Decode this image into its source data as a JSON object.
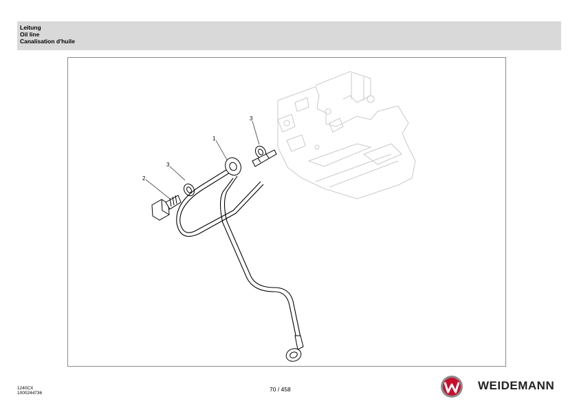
{
  "header": {
    "title_de": "Leitung",
    "title_en": "Oil line",
    "title_fr": "Canalisation d'huile"
  },
  "figure": {
    "callouts": [
      "1",
      "2",
      "3",
      "3"
    ]
  },
  "footer": {
    "model": "1240CX",
    "doc_number": "1000244736",
    "page": "70 / 458",
    "brand": "WEIDEMANN",
    "logo_letter": "W"
  },
  "colors": {
    "header_bg": "#d9d9d9",
    "logo_red": "#c8102e",
    "logo_gray": "#8c8c8c"
  }
}
